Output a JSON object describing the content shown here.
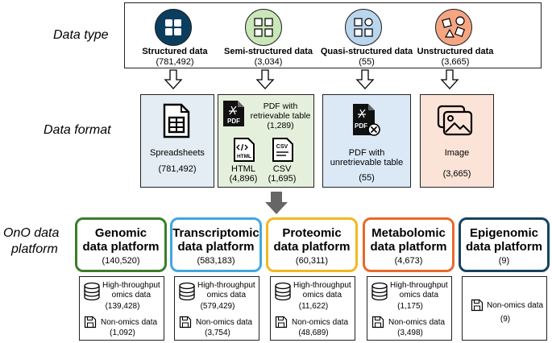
{
  "row_labels": {
    "data_type": "Data type",
    "data_format": "Data format",
    "platform_line1": "OnO data",
    "platform_line2": "platform"
  },
  "data_types": [
    {
      "name": "Structured data",
      "count": "(781,492)",
      "icon": "grid-icon",
      "color": "#0b3d5e"
    },
    {
      "name": "Semi-structured data",
      "count": "(3,034)",
      "icon": "partial-grid-icon",
      "color": "#c9e7b8"
    },
    {
      "name": "Quasi-structured data",
      "count": "(55)",
      "icon": "shapes-grid-icon",
      "color": "#b9d6ef"
    },
    {
      "name": "Unstructured data",
      "count": "(3,665)",
      "icon": "scattered-shapes-icon",
      "color": "#f4a582"
    }
  ],
  "formats": {
    "spreadsheets": {
      "label": "Spreadsheets",
      "count": "(781,492)",
      "bg": "#e3edf3"
    },
    "semi": {
      "bg": "#e5f0dc",
      "pdf_label_1": "PDF with",
      "pdf_label_2": "retrievable table",
      "pdf_count": "(1,289)",
      "pdf_icon_text": "PDF",
      "html_icon_text": "HTML",
      "html_label": "HTML",
      "html_count": "(4,896)",
      "csv_icon_text": "CSV",
      "csv_label": "CSV",
      "csv_count": "(1,695)"
    },
    "quasi": {
      "bg": "#dbe9f7",
      "pdf_icon_text": "PDF",
      "label_1": "PDF with",
      "label_2": "unretrievable table",
      "count": "(55)"
    },
    "image": {
      "bg": "#fbe3d8",
      "label": "Image",
      "count": "(3,665)"
    }
  },
  "platforms": [
    {
      "title_1": "Genomic",
      "title_2": "data platform",
      "count": "(140,520)",
      "color": "#3b7d2a",
      "high_1": "High-throughput",
      "high_2": "omics data",
      "high_count": "(139,428)",
      "non_label": "Non-omics data",
      "non_count": "(1,092)"
    },
    {
      "title_1": "Transcriptomic",
      "title_2": "data platform",
      "count": "(583,183)",
      "color": "#3fa8dc",
      "high_1": "High-throughput",
      "high_2": "omics data",
      "high_count": "(579,429)",
      "non_label": "Non-omics data",
      "non_count": "(3,754)"
    },
    {
      "title_1": "Proteomic",
      "title_2": "data platform",
      "count": "(60,311)",
      "color": "#f2b81e",
      "high_1": "High-throughput",
      "high_2": "omics data",
      "high_count": "(11,622)",
      "non_label": "Non-omics data",
      "non_count": "(48,689)"
    },
    {
      "title_1": "Metabolomic",
      "title_2": "data platform",
      "count": "(4,673)",
      "color": "#e9692a",
      "high_1": "High-throughput",
      "high_2": "omics data",
      "high_count": "(1,175)",
      "non_label": "Non-omics data",
      "non_count": "(3,498)"
    },
    {
      "title_1": "Epigenomic",
      "title_2": "data platform",
      "count": "(9)",
      "color": "#17435e",
      "non_label": "Non-omics data",
      "non_count": "(9)"
    }
  ]
}
